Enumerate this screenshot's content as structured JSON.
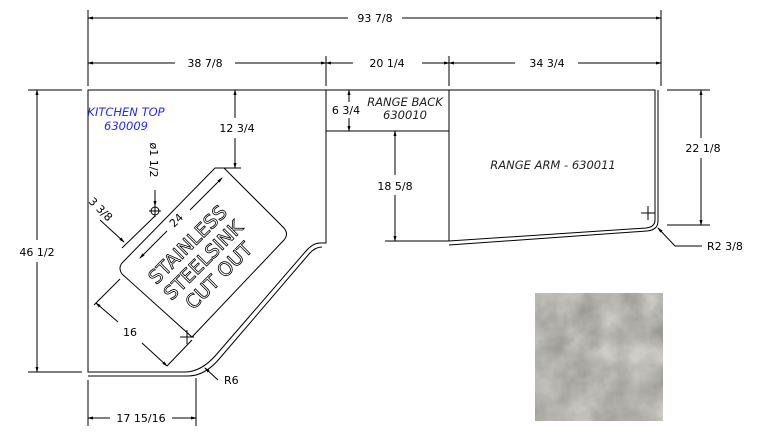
{
  "dimensions": {
    "overall_width": "93 7/8",
    "kitchen_top_width": "38 7/8",
    "range_back_width": "20 1/4",
    "range_arm_width": "34 3/4",
    "overall_depth": "46 1/2",
    "sink_offset_top": "12 3/4",
    "range_back_depth": "6 3/4",
    "range_opening_depth": "18 5/8",
    "range_arm_depth": "22 1/8",
    "range_arm_radius": "R2 3/8",
    "corner_radius": "R6",
    "bottom_return": "17 15/16",
    "sink_length": "24",
    "sink_width": "16",
    "faucet_hole": "ø1 1/2",
    "faucet_offset": "3 3/8"
  },
  "pieces": {
    "kitchen_top": {
      "name": "KITCHEN TOP",
      "code": "630009",
      "color": "#2a2ae8"
    },
    "range_back": {
      "name": "RANGE BACK",
      "code": "630010"
    },
    "range_arm": "RANGE ARM - 630011"
  },
  "sink": {
    "line1": "STAINLESS",
    "line2": "STEELSINK",
    "line3": "CUT OUT"
  },
  "material_swatch": {
    "color": "#9a9893"
  }
}
